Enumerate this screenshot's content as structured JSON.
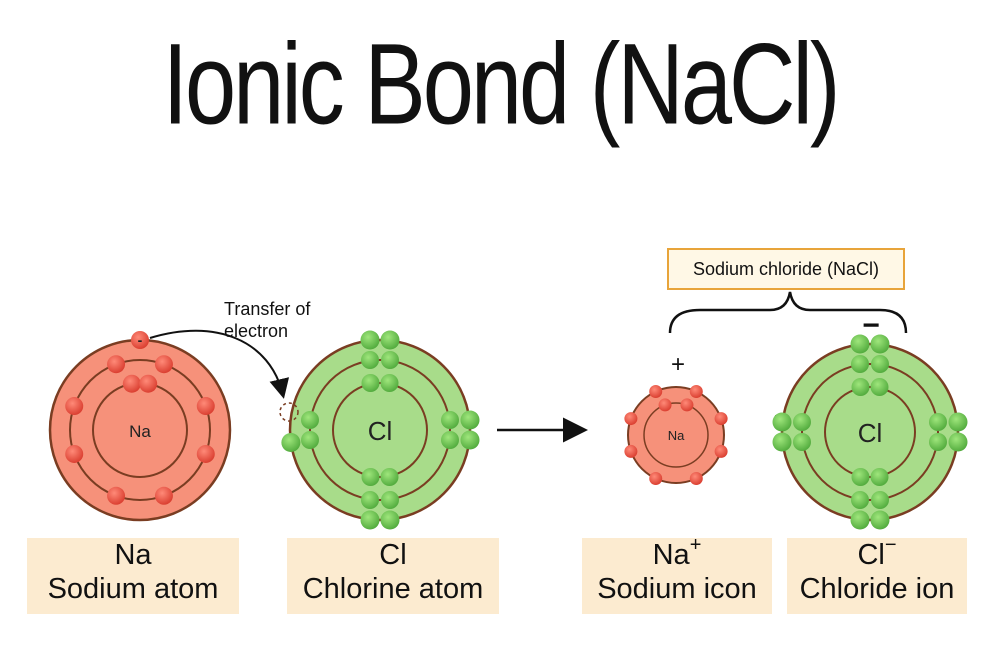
{
  "title": "Ionic Bond (NaCl)",
  "transfer_label_line1": "Transfer of",
  "transfer_label_line2": "electron",
  "compound_label": "Sodium chloride (NaCl)",
  "atoms": {
    "na_atom": {
      "symbol": "Na",
      "name": "Sodium atom",
      "nucleus_label": "Na"
    },
    "cl_atom": {
      "symbol": "Cl",
      "name": "Chlorine atom",
      "nucleus_label": "Cl"
    },
    "na_ion": {
      "symbol": "Na",
      "charge": "+",
      "name": "Sodium icon",
      "nucleus_label": "Na"
    },
    "cl_ion": {
      "symbol": "Cl",
      "charge": "−",
      "name": "Chloride ion",
      "nucleus_label": "Cl"
    }
  },
  "charge_signs": {
    "na_ion": "+",
    "cl_ion": "−",
    "cl_extra_electron": "-",
    "transferred_electron": "-"
  },
  "colors": {
    "sodium_fill": "#f6917a",
    "sodium_electron": "#e84a3c",
    "chlorine_fill": "#a8dc8a",
    "chlorine_electron": "#6cc14e",
    "shell_stroke": "#7a3d22",
    "label_bg": "#fcebd0",
    "compound_border": "#e8a43a"
  }
}
